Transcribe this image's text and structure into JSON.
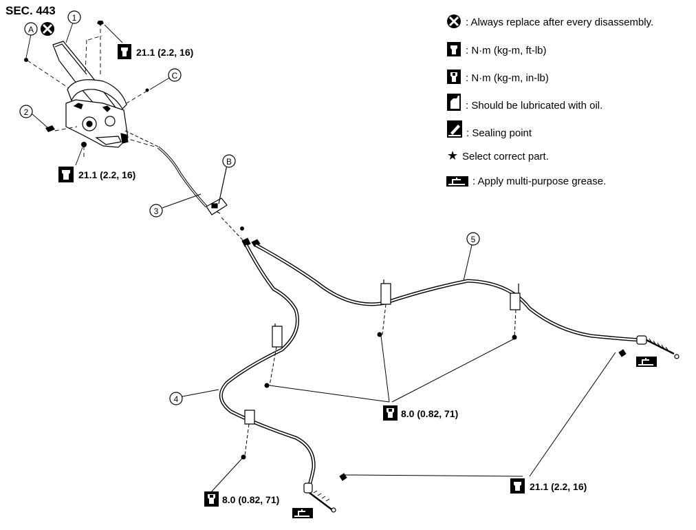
{
  "diagram": {
    "section": "SEC. 443",
    "callouts": {
      "c1": "1",
      "c2": "2",
      "c3": "3",
      "c4": "4",
      "c5": "5",
      "cA": "A",
      "cB": "B",
      "cC": "C"
    },
    "torques": {
      "t_top": "21.1 (2.2, 16)",
      "t_left": "21.1 (2.2, 16)",
      "t_mid": "8.0 (0.82, 71)",
      "t_bottom_left": "8.0 (0.82, 71)",
      "t_bottom_right": "21.1 (2.2, 16)"
    },
    "legend": [
      {
        "icon": "always-replace-icon",
        "text": ": Always replace after every disassembly."
      },
      {
        "icon": "torque-ftlb-icon",
        "text": ": N·m (kg-m, ft-lb)"
      },
      {
        "icon": "torque-inlb-icon",
        "text": ": N·m (kg-m, in-lb)"
      },
      {
        "icon": "oil-can-icon",
        "text": ": Should be lubricated with oil."
      },
      {
        "icon": "sealing-point-icon",
        "text": ": Sealing point"
      },
      {
        "icon": "star-icon",
        "text": "Select correct part."
      },
      {
        "icon": "grease-icon",
        "text": ": Apply multi-purpose grease."
      }
    ]
  }
}
